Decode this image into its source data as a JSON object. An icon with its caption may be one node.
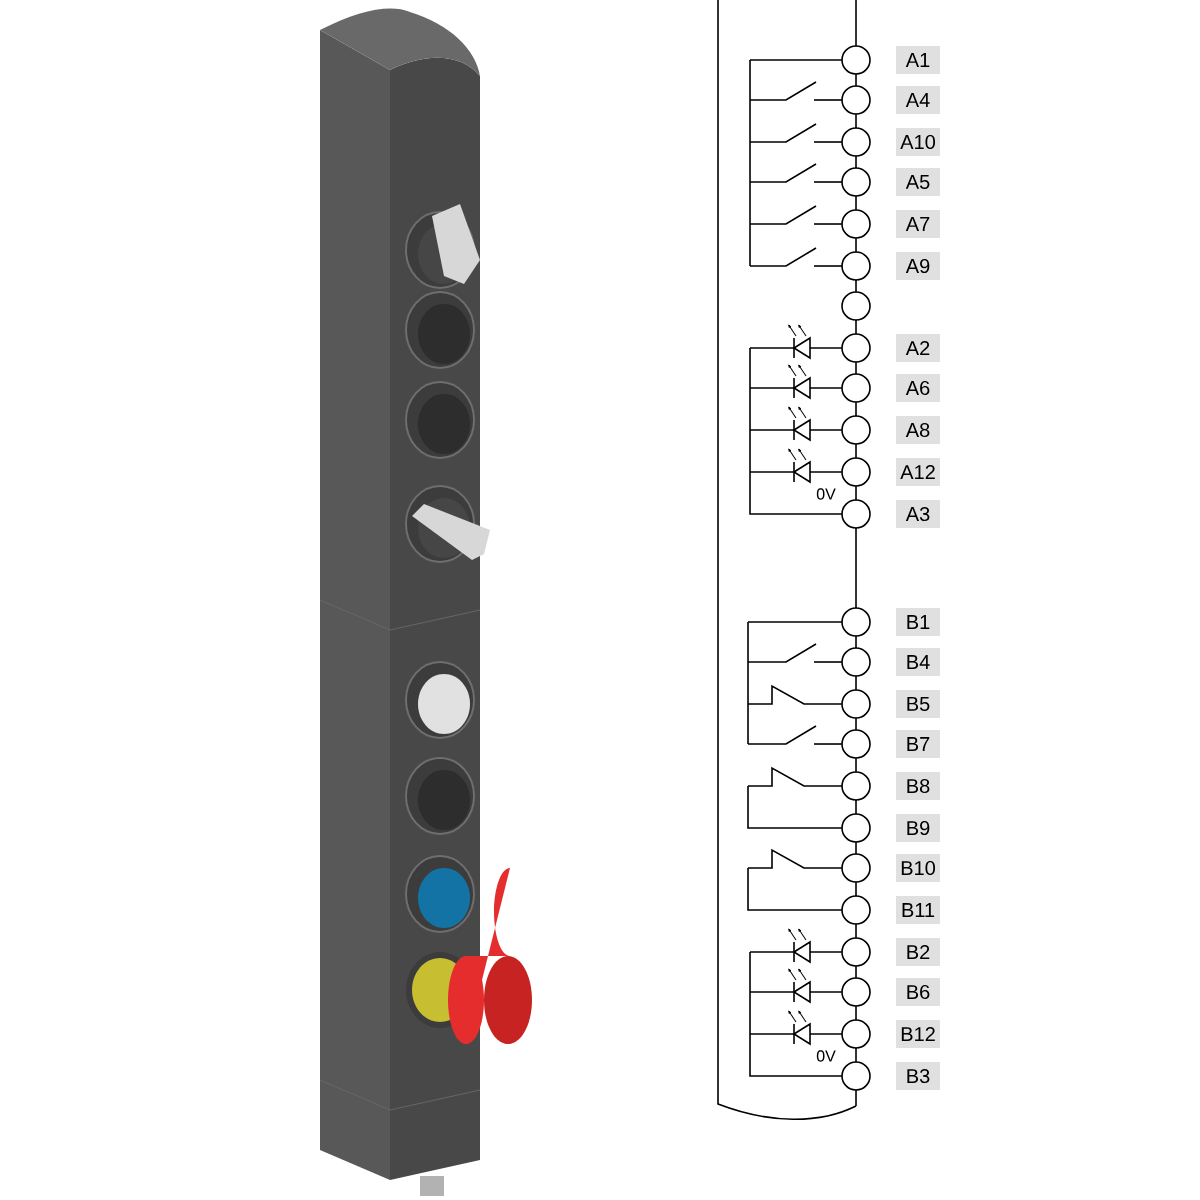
{
  "diagram": {
    "nodes": [
      {
        "text": [
          "A1"
        ]
      },
      {
        "text": [
          "A4"
        ]
      },
      {
        "text": [
          "A10"
        ]
      },
      {
        "text": [
          "A5"
        ]
      },
      {
        "text": [
          "A7"
        ]
      },
      {
        "text": [
          "A9"
        ]
      },
      {
        "text": [
          "A2"
        ]
      },
      {
        "text": [
          "A6"
        ]
      },
      {
        "text": [
          "A8"
        ]
      },
      {
        "text": [
          "A12"
        ]
      },
      {
        "text": [
          "A3"
        ]
      },
      {
        "text": [
          "B1"
        ]
      },
      {
        "text": [
          "B4"
        ]
      },
      {
        "text": [
          "B5"
        ]
      },
      {
        "text": [
          "B7"
        ]
      },
      {
        "text": [
          "B8"
        ]
      },
      {
        "text": [
          "B9"
        ]
      },
      {
        "text": [
          "B10"
        ]
      },
      {
        "text": [
          "B11"
        ]
      },
      {
        "text": [
          "B2"
        ]
      },
      {
        "text": [
          "B6"
        ]
      },
      {
        "text": [
          "B12"
        ]
      },
      {
        "text": [
          "B3"
        ]
      }
    ],
    "labels": [
      "0V",
      "0V"
    ]
  }
}
